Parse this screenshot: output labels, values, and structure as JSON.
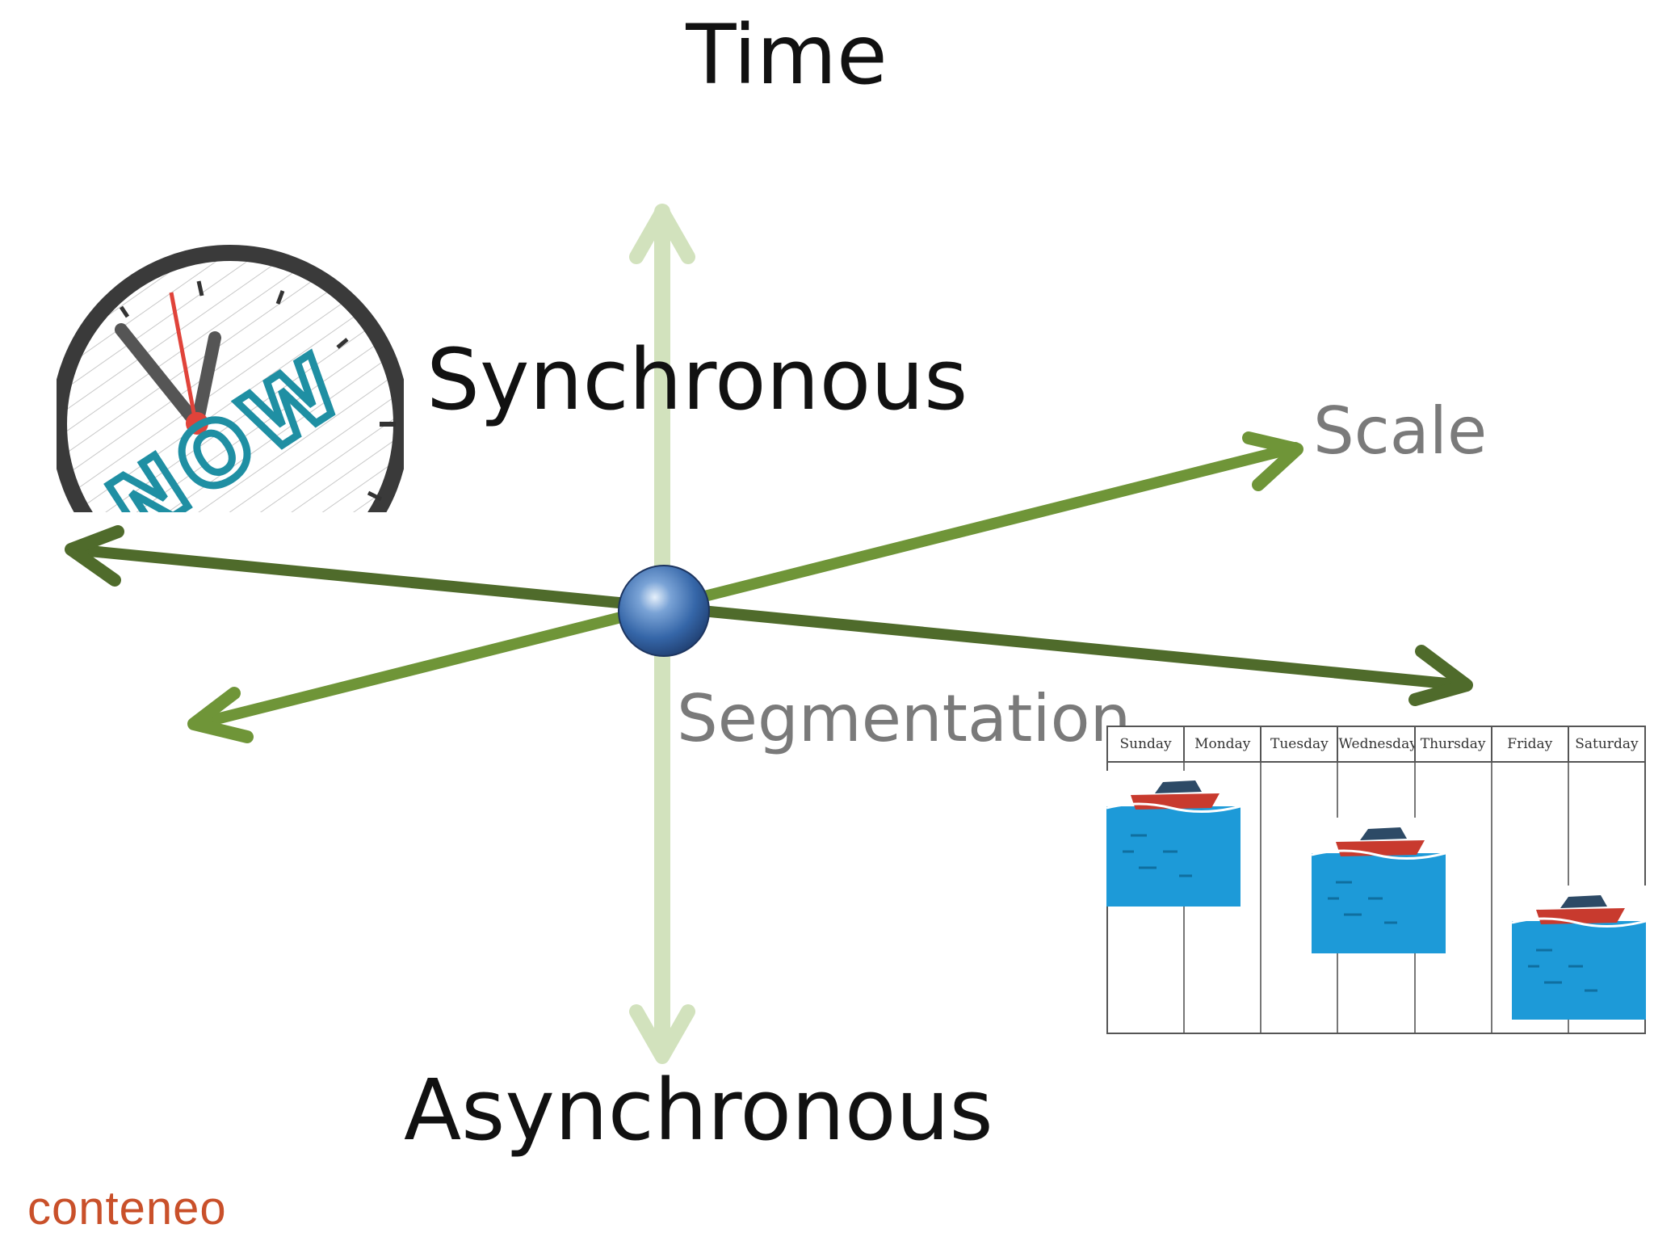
{
  "labels": {
    "top": "Time",
    "synchronous": "Synchronous",
    "asynchronous": "Asynchronous",
    "scale": "Scale",
    "segmentation": "Segmentation"
  },
  "clock": {
    "text": "NOW",
    "icon": "clock-now-icon"
  },
  "calendar": {
    "days": [
      "Sunday",
      "Monday",
      "Tuesday",
      "Wednesday",
      "Thursday",
      "Friday",
      "Saturday"
    ],
    "events_on": [
      "Sunday",
      "Wednesday",
      "Saturday"
    ],
    "icon": "boat-icon"
  },
  "logo": {
    "text": "conteneo"
  },
  "colors": {
    "vertical_axis": "#d2e2bd",
    "dark_green": "#4f6b2b",
    "mid_green": "#6f9538",
    "sphere": "#4a78b8",
    "label_gray": "#7a7a7a",
    "water": "#1d9ad8",
    "boat_hull": "#c83a2e",
    "logo": "#c9502a"
  }
}
